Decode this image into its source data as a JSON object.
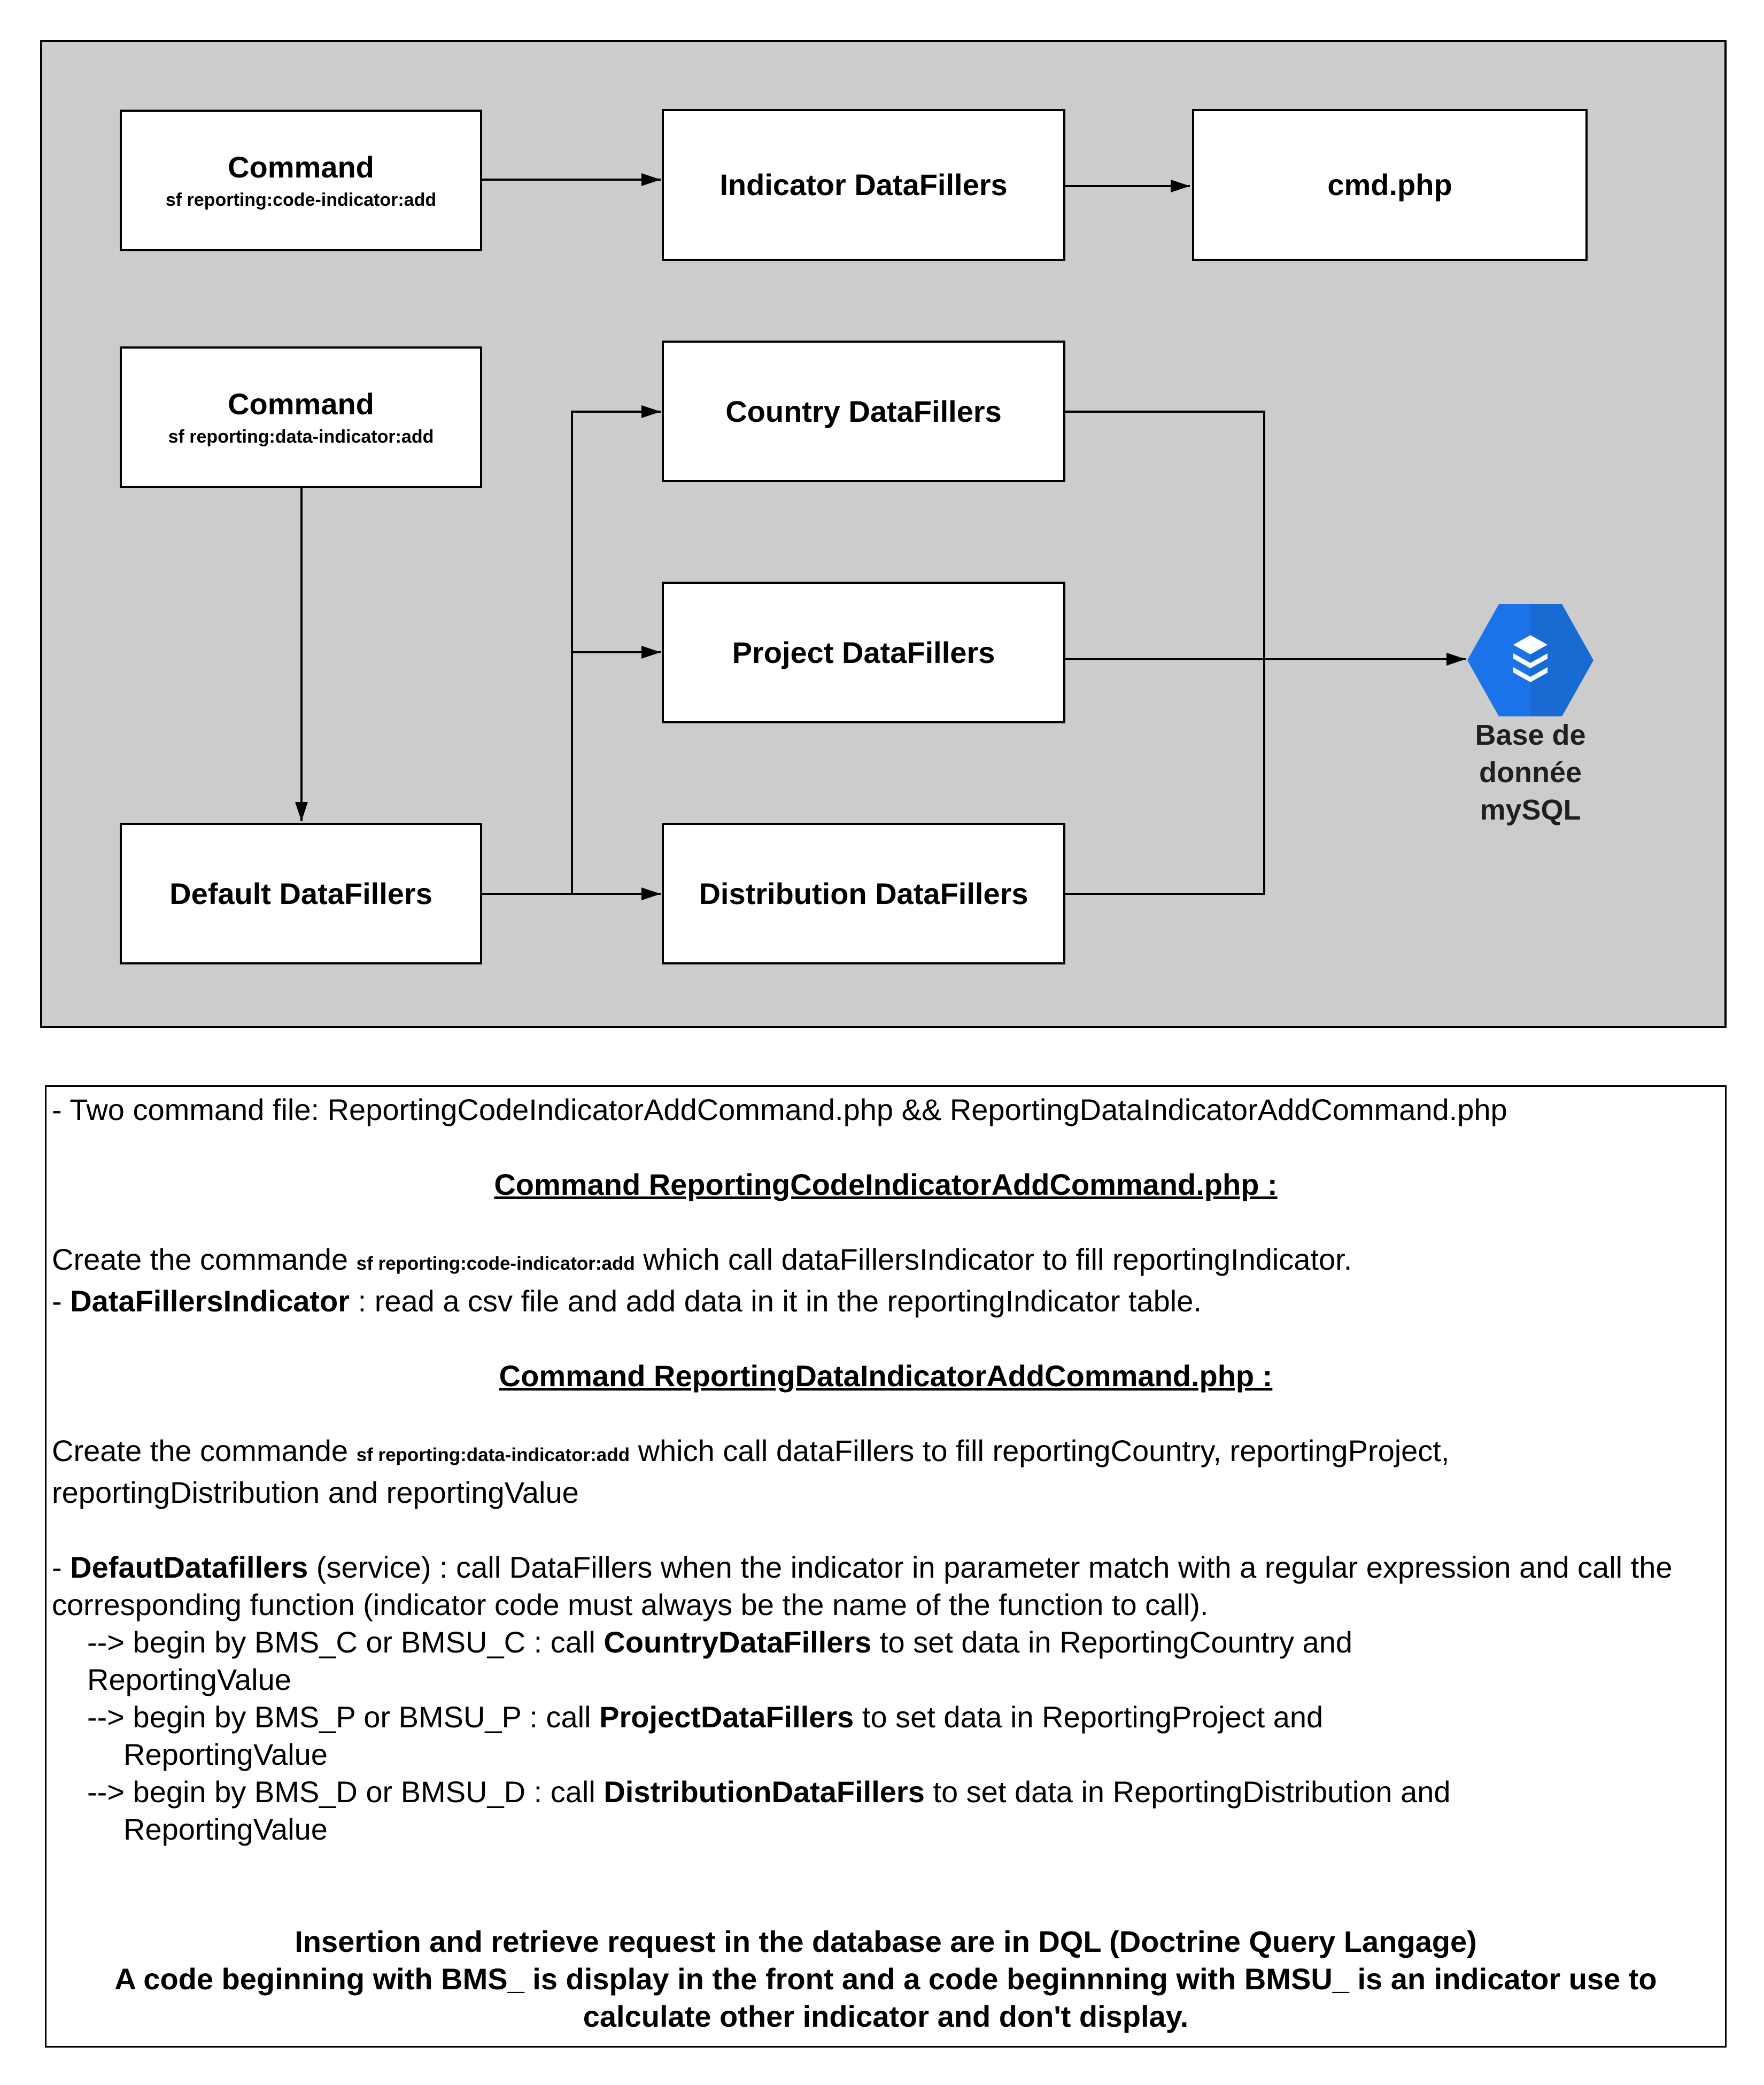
{
  "diagram": {
    "nodes": {
      "cmd_code": {
        "title": "Command",
        "subtitle": "sf reporting:code-indicator:add"
      },
      "indicator": {
        "title": "Indicator DataFillers"
      },
      "cmd_php": {
        "title": "cmd.php"
      },
      "cmd_data": {
        "title": "Command",
        "subtitle": "sf reporting:data-indicator:add"
      },
      "country": {
        "title": "Country DataFillers"
      },
      "project": {
        "title": "Project DataFillers"
      },
      "default": {
        "title": "Default DataFillers"
      },
      "distribution": {
        "title": "Distribution DataFillers"
      }
    },
    "database": {
      "label_lines": [
        "Base de",
        "donnée",
        "mySQL"
      ],
      "icon": "database-layers-icon",
      "color": "#1a73e8"
    },
    "edges": [
      {
        "from": "cmd_code",
        "to": "indicator"
      },
      {
        "from": "indicator",
        "to": "cmd_php"
      },
      {
        "from": "cmd_data",
        "to": "default"
      },
      {
        "from": "default",
        "to": "country"
      },
      {
        "from": "default",
        "to": "project"
      },
      {
        "from": "default",
        "to": "distribution"
      },
      {
        "from": "country",
        "to": "database"
      },
      {
        "from": "project",
        "to": "database"
      },
      {
        "from": "distribution",
        "to": "database"
      }
    ],
    "colors": {
      "panel": "#cccccc",
      "box": "#ffffff",
      "stroke": "#000000"
    }
  },
  "notes": {
    "intro": "- Two command file: ReportingCodeIndicatorAddCommand.php && ReportingDataIndicatorAddCommand.php",
    "heading1": "Command ReportingCodeIndicatorAddCommand.php :",
    "p1_prefix": "Create the commande ",
    "p1_cmd": "sf reporting:code-indicator:add",
    "p1_suffix": " which call dataFillersIndicator to fill reportingIndicator.",
    "p2_prefix": " - ",
    "p2_bold": "DataFillersIndicator",
    "p2_suffix": " :  read a csv file and add data in it in the reportingIndicator table.",
    "heading2": "Command ReportingDataIndicatorAddCommand.php :",
    "p3_prefix": "Create the commande ",
    "p3_cmd": "sf reporting:data-indicator:add",
    "p3_suffix": " which call dataFillers to fill reportingCountry, reportingProject, reportingDistribution and reportingValue",
    "p4_prefix": " - ",
    "p4_bold": "DefautDatafillers",
    "p4_suffix": " (service) : call DataFillers when the indicator in parameter match with a regular expression and call the corresponding function (indicator code must always be the name of the function to call).",
    "b1_prefix": "-->  begin by BMS_C or BMSU_C : call ",
    "b1_bold": "CountryDataFillers",
    "b1_suffix": " to set data in ReportingCountry and",
    "b1_cont": "ReportingValue",
    "b2_prefix": "-->  begin by BMS_P or BMSU_P : call ",
    "b2_bold": "ProjectDataFillers",
    "b2_suffix": " to set data in ReportingProject and",
    "b2_cont": "ReportingValue",
    "b3_prefix": "-->  begin by BMS_D or BMSU_D : call ",
    "b3_bold": "DistributionDataFillers",
    "b3_suffix": " to set data in ReportingDistribution and",
    "b3_cont": "ReportingValue",
    "conclusion1": "Insertion and retrieve request in the database are in DQL (Doctrine Query Langage)",
    "conclusion2": "A code beginning with BMS_ is display in the front and a code beginnning with BMSU_ is an indicator use to calculate other indicator and don't display."
  }
}
